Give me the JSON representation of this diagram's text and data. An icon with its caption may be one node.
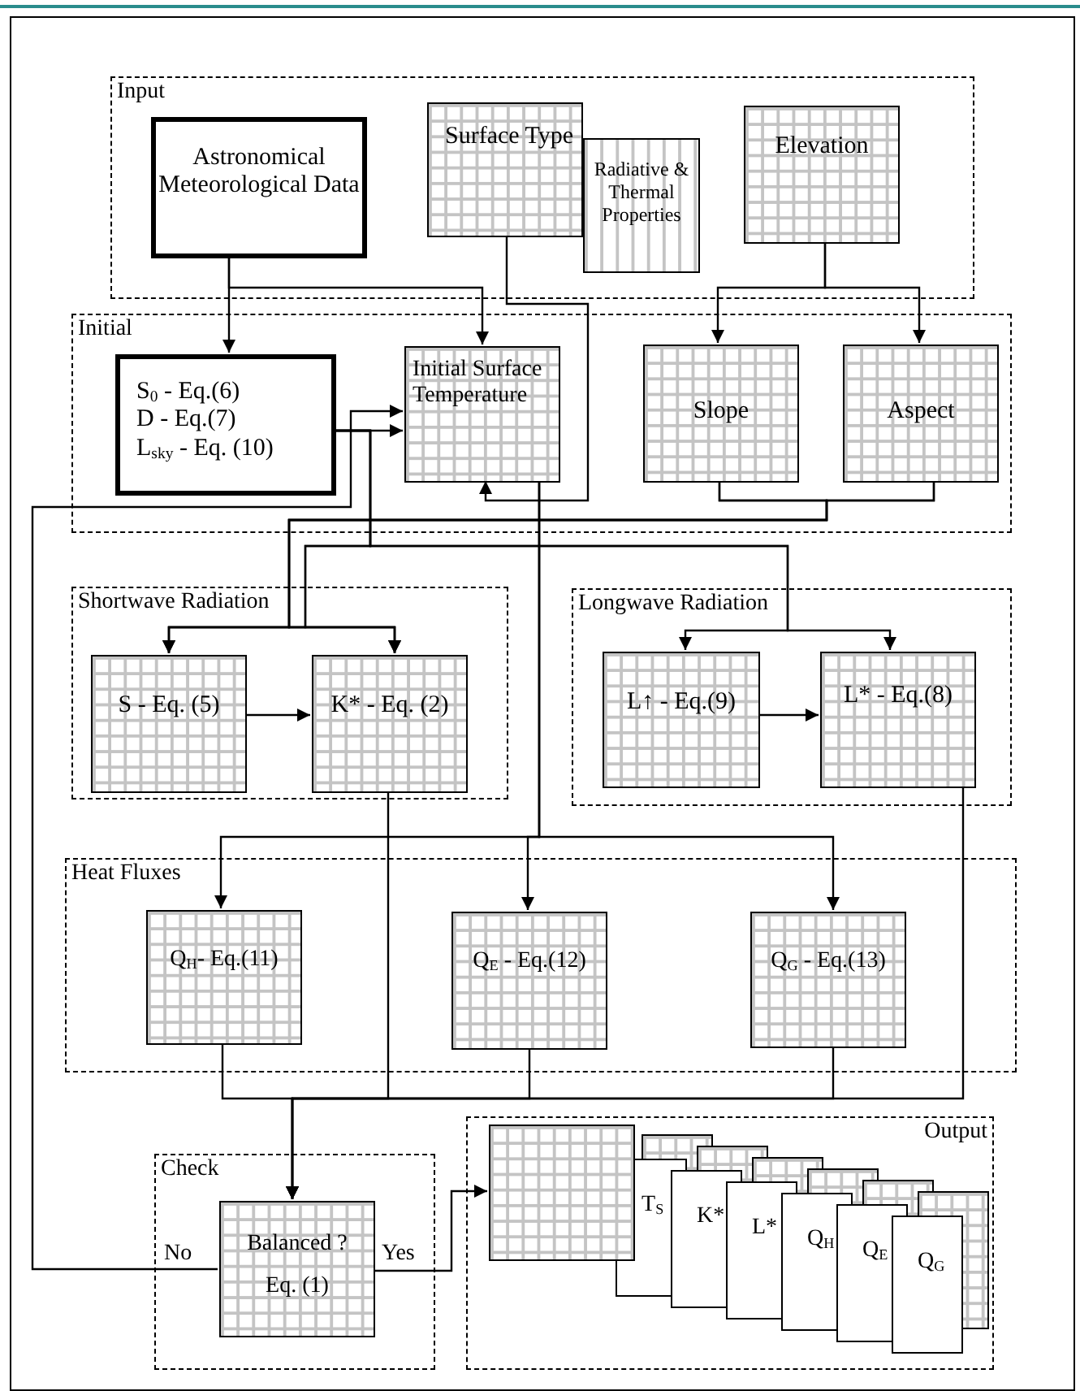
{
  "diagram": {
    "nodes": [
      {
        "text": [
          "Input"
        ]
      },
      {
        "text": [
          "Astronomical Meteorological Data"
        ],
        "in": 0
      },
      {
        "text": [
          "Surface Type"
        ],
        "in": 0
      },
      {
        "text": [
          "Radiative & Thermal Properties"
        ],
        "in": 0
      },
      {
        "text": [
          "Elevation"
        ],
        "in": 0
      },
      {
        "text": [
          "Initial"
        ]
      },
      {
        "text": [
          "S$_{0}$ - Eq.(6)",
          "D - Eq.(7)",
          "L$_{sky}$ - Eq. (10)"
        ],
        "in": 5
      },
      {
        "text": [
          "Initial Surface Temperature"
        ],
        "in": 5
      },
      {
        "text": [
          "Slope"
        ],
        "in": 5
      },
      {
        "text": [
          "Aspect"
        ],
        "in": 5
      },
      {
        "text": [
          "Shortwave Radiation"
        ]
      },
      {
        "text": [
          "S - Eq. (5)"
        ],
        "in": 10
      },
      {
        "text": [
          "K* - Eq. (2)"
        ],
        "in": 10
      },
      {
        "text": [
          "Longwave Radiation"
        ]
      },
      {
        "text": [
          "L↑ - Eq.(9)"
        ],
        "in": 13
      },
      {
        "text": [
          "L* - Eq.(8)"
        ],
        "in": 13
      },
      {
        "text": [
          "Heat Fluxes"
        ]
      },
      {
        "text": [
          "Q$_{H}$- Eq.(11)"
        ],
        "in": 16
      },
      {
        "text": [
          "Q$_{E}$ - Eq.(12)"
        ],
        "in": 16
      },
      {
        "text": [
          "Q$_{G}$ - Eq.(13)"
        ],
        "in": 16
      },
      {
        "text": [
          "Check"
        ]
      },
      {
        "text": [
          "Balanced ?",
          "Eq. (1)"
        ],
        "in": 20
      },
      {
        "text": [
          "Output"
        ]
      },
      {
        "text": [],
        "shape": "box",
        "in": 22
      },
      {
        "text": [
          "T$_{S}$"
        ],
        "in": 22
      },
      {
        "text": [
          "K*"
        ],
        "in": 22
      },
      {
        "text": [
          "L*"
        ],
        "in": 22
      },
      {
        "text": [
          "Q$_{H}$"
        ],
        "in": 22
      },
      {
        "text": [
          "Q$_{E}$"
        ],
        "in": 22
      },
      {
        "text": [
          "Q$_{G}$"
        ],
        "in": 22
      }
    ],
    "edges": [
      {
        "from": 1,
        "to": 6,
        "arrow": "to"
      },
      {
        "from": 1,
        "to": 7,
        "arrow": "to"
      },
      {
        "from": 2,
        "to": 7,
        "arrow": "to"
      },
      {
        "from": 4,
        "to": 8,
        "arrow": "to"
      },
      {
        "from": 4,
        "to": 9,
        "arrow": "to"
      },
      {
        "from": 6,
        "to": 7,
        "arrow": "to"
      },
      {
        "from": 21,
        "to": 7,
        "label": "No",
        "arrow": "to"
      },
      {
        "from": 7,
        "to": 17,
        "arrow": "to"
      },
      {
        "from": 7,
        "to": 18,
        "arrow": "to"
      },
      {
        "from": 7,
        "to": 19,
        "arrow": "to"
      },
      {
        "from": 8,
        "to": 11,
        "arrow": "to"
      },
      {
        "from": 8,
        "to": 12,
        "arrow": "to"
      },
      {
        "from": 9,
        "to": 11,
        "arrow": "to"
      },
      {
        "from": 9,
        "to": 12,
        "arrow": "to"
      },
      {
        "from": 6,
        "to": 11,
        "arrow": "to"
      },
      {
        "from": 6,
        "to": 12,
        "arrow": "to"
      },
      {
        "from": 6,
        "to": 14,
        "arrow": "to"
      },
      {
        "from": 6,
        "to": 15,
        "arrow": "to"
      },
      {
        "from": 11,
        "to": 12,
        "arrow": "to"
      },
      {
        "from": 14,
        "to": 15,
        "arrow": "to"
      },
      {
        "from": 17,
        "to": 21,
        "arrow": "to"
      },
      {
        "from": 12,
        "to": 21,
        "arrow": "to"
      },
      {
        "from": 18,
        "to": 21,
        "arrow": "to"
      },
      {
        "from": 19,
        "to": 21,
        "arrow": "to"
      },
      {
        "from": 15,
        "to": 21,
        "arrow": "to"
      },
      {
        "from": 21,
        "to": 23,
        "label": "Yes",
        "arrow": "to"
      }
    ]
  }
}
